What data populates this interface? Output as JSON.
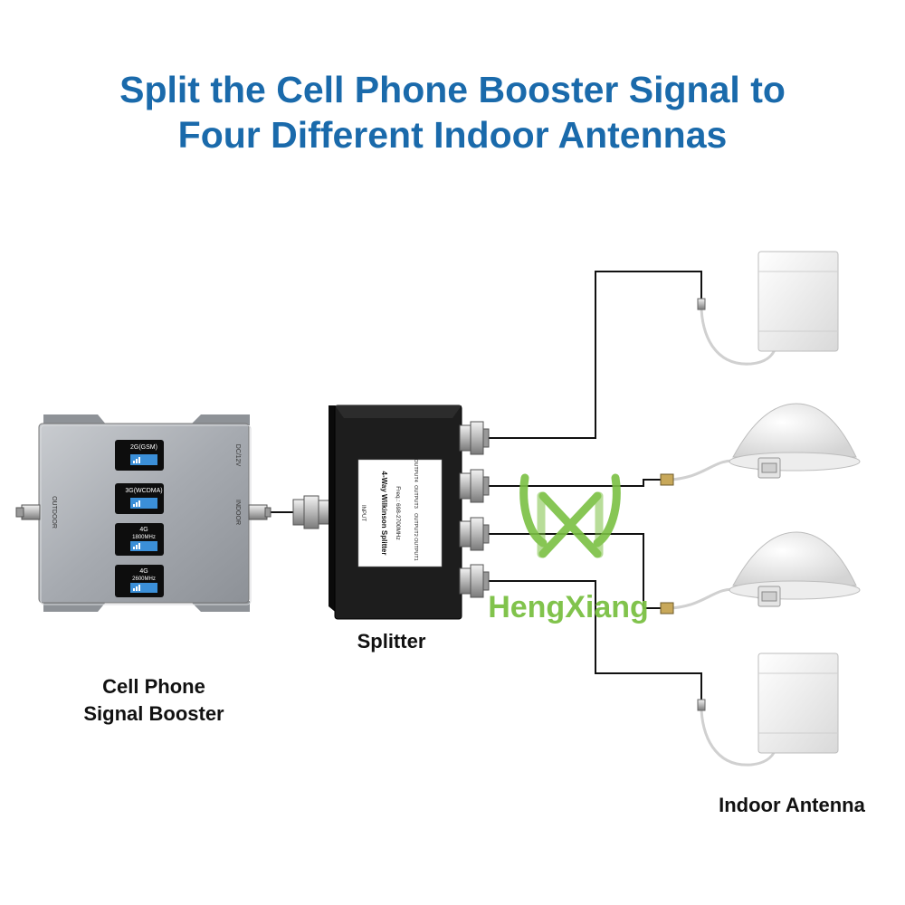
{
  "title": {
    "line1": "Split the Cell Phone Booster Signal to",
    "line2": "Four Different Indoor Antennas"
  },
  "labels": {
    "splitter": "Splitter",
    "booster_line1": "Cell Phone",
    "booster_line2": "Signal Booster",
    "indoor_antenna": "Indoor Antenna"
  },
  "booster": {
    "panels": [
      {
        "line1": "2G(GSM)",
        "line2": ""
      },
      {
        "line1": "3G(WCDMA)",
        "line2": ""
      },
      {
        "line1": "4G",
        "line2": "1800MHz"
      },
      {
        "line1": "4G",
        "line2": "2600MHz"
      }
    ],
    "port_outdoor": "OUTDOOR",
    "port_indoor": "INDOOR",
    "power": "DC/12V"
  },
  "splitter": {
    "name": "4-Way Wilkinson Splitter",
    "freq": "Freq.: 698-2700MHz",
    "input": "INPUT",
    "outputs": [
      "OUTPUT1",
      "OUTPUT2",
      "OUTPUT3",
      "OUTPUT4"
    ]
  },
  "watermark": {
    "text": "HengXiang"
  },
  "colors": {
    "title": "#1a6aab",
    "watermark": "#7bc043",
    "booster_body": "#a9adb3",
    "splitter_body": "#1f1f1f"
  }
}
